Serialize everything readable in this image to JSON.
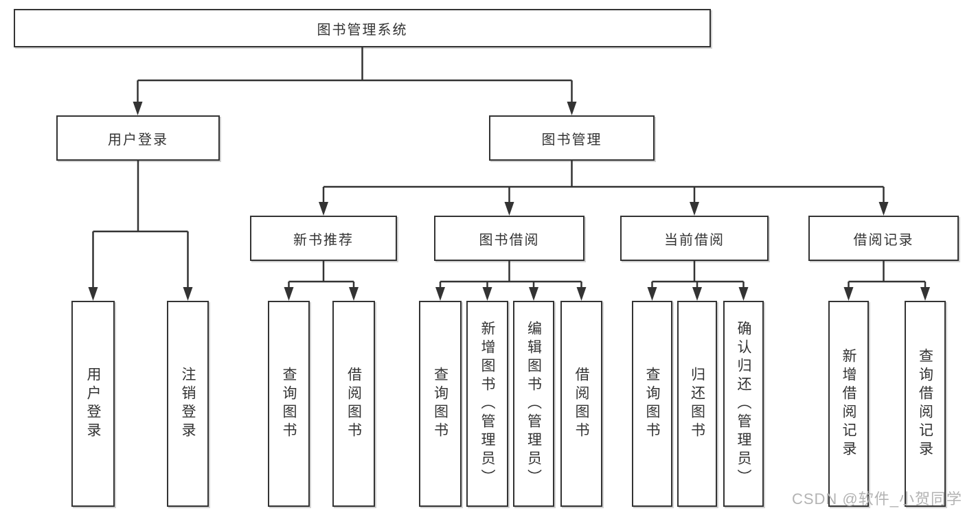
{
  "diagram": {
    "root": {
      "label": "图书管理系统"
    },
    "level2": [
      {
        "label": "用户登录"
      },
      {
        "label": "图书管理"
      }
    ],
    "level3": [
      {
        "label": "新书推荐"
      },
      {
        "label": "图书借阅"
      },
      {
        "label": "当前借阅"
      },
      {
        "label": "借阅记录"
      }
    ],
    "leaves": [
      "用户登录",
      "注销登录",
      "查询图书",
      "借阅图书",
      "查询图书",
      "新增图书（管理员）",
      "编辑图书（管理员）",
      "借阅图书",
      "查询图书",
      "归还图书",
      "确认归还（管理员）",
      "新增借阅记录",
      "查询借阅记录"
    ],
    "watermark": "CSDN @软件_小贺同学",
    "colors": {
      "line": "#333333",
      "border": "#333333",
      "box_fill": "#ffffff",
      "text": "#333333",
      "watermark": "#b3b3b3"
    }
  }
}
